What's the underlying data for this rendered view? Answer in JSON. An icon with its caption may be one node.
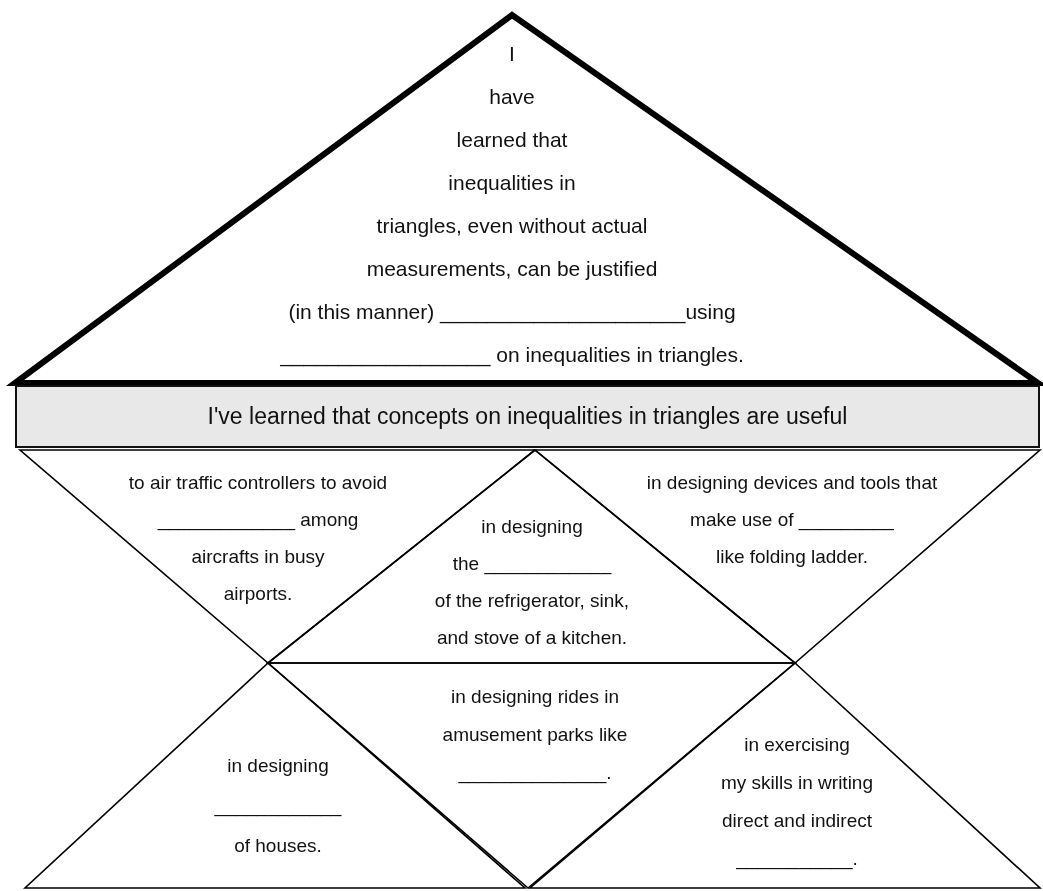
{
  "diagram": {
    "nodes": [
      {
        "text": [
          "I have learned that inequalities in triangles, even without actual measurements, can be justified (in this manner) _____________________using __________________ on inequalities in triangles."
        ]
      },
      {
        "text": [
          "I've learned that concepts on inequalities in triangles are useful"
        ]
      },
      {
        "text": [
          "to air traffic controllers to avoid _____________ among aircrafts in busy airports."
        ]
      },
      {
        "text": [
          "in designing the ____________ of the refrigerator, sink, and stove of a kitchen."
        ]
      },
      {
        "text": [
          "in designing devices and tools that make use of _________ like folding ladder."
        ]
      },
      {
        "text": [
          "in designing ____________ of houses."
        ]
      },
      {
        "text": [
          "in designing rides in amusement parks like ______________."
        ]
      },
      {
        "text": [
          "in exercising my skills in writing direct and indirect ___________."
        ]
      }
    ],
    "edges": []
  }
}
